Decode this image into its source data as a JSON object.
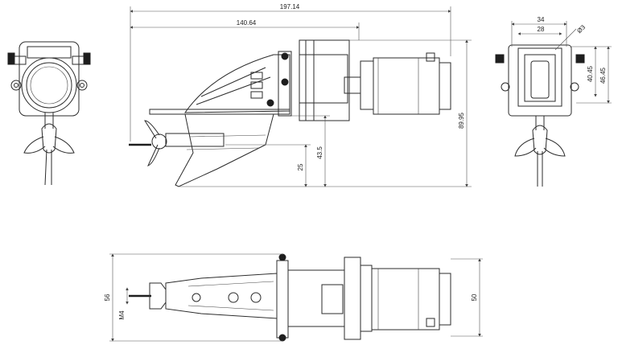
{
  "dimensions": {
    "overall_length": "197.14",
    "hull_length": "140.64",
    "total_height": "89.95",
    "mount_height": "43.5",
    "shaft_height": "25",
    "front_width_outer": "34",
    "front_width_inner": "28",
    "hole_diameter": "Ø3",
    "side_height_a": "40.45",
    "side_height_b": "46.45",
    "top_width": "56",
    "motor_width": "50",
    "thread_size": "M4"
  }
}
